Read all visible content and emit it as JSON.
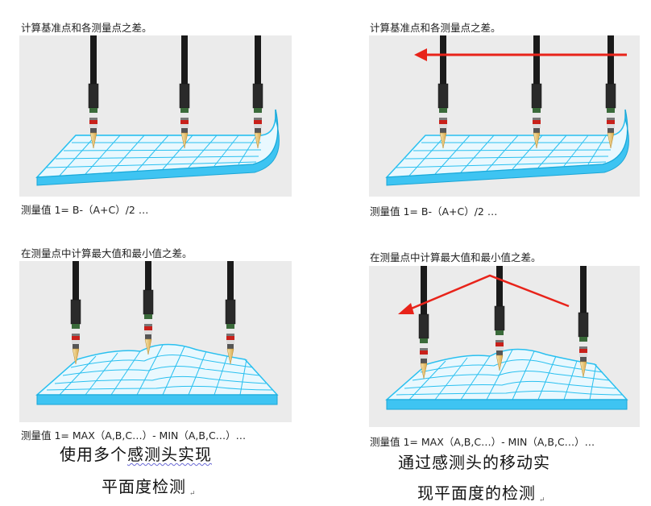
{
  "panels": [
    {
      "title": "计算基准点和各测量点之差。",
      "formula": "测量值 1= B-（A+C）/2 …"
    },
    {
      "title": "计算基准点和各测量点之差。",
      "formula": "测量值 1= B-（A+C）/2 …"
    },
    {
      "title": "在测量点中计算最大值和最小值之差。",
      "formula": "测量值 1= MAX（A,B,C…）- MIN（A,B,C…）…"
    },
    {
      "title": "在测量点中计算最大值和最小值之差。",
      "formula": "测量值 1= MAX（A,B,C…）- MIN（A,B,C…）…"
    }
  ],
  "captions": {
    "left_line1_a": "使用多个",
    "left_line1_b": "感测头实现",
    "left_line2": "平面度检测",
    "right_line1": "通过感测头的移动实",
    "right_line2": "现平面度的检测"
  },
  "paragraph_mark": "↵",
  "colors": {
    "plate": "#29c0f0",
    "plate_fill": "#e9f8fe",
    "arrow": "#e8231a",
    "probe": "#1c1c1c",
    "tip": "#f3d27a"
  },
  "icons": {
    "probe": "sensor-probe-icon",
    "arrow": "red-arrow-icon"
  }
}
